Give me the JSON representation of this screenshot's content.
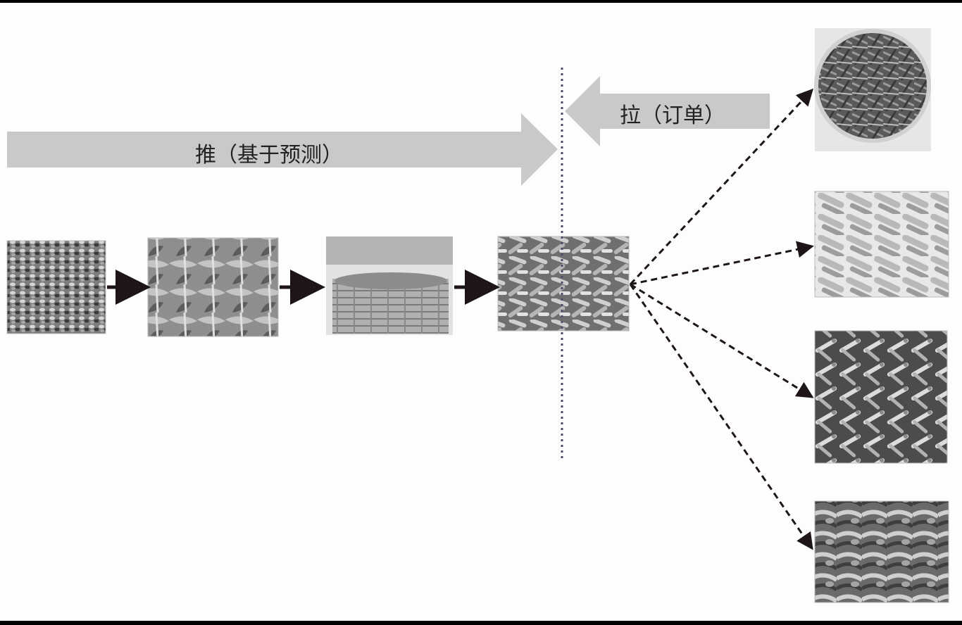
{
  "push_label": "推（基于预测）",
  "pull_label": "拉（订单）",
  "colors": {
    "band_fill": "#c9c9c9",
    "arrow_dark": "#1e1616",
    "divider": "#4a4f63",
    "text": "#222222"
  },
  "upstream_stages": [
    {
      "name": "stage-beans-photo",
      "icon": "dried-beans-photo"
    },
    {
      "name": "stage-bean-plant-photo",
      "icon": "bean-plant-photo"
    },
    {
      "name": "stage-market-crate-photo",
      "icon": "market-produce-crate-photo"
    },
    {
      "name": "stage-cut-beans-photo",
      "icon": "cut-green-beans-photo"
    }
  ],
  "dishes": [
    {
      "name": "dish-bowl-photo",
      "icon": "bean-dish-bowl-photo"
    },
    {
      "name": "dish-plate-photo",
      "icon": "bean-dish-plate-photo"
    },
    {
      "name": "dish-stirfry-photo",
      "icon": "bean-stirfry-photo"
    },
    {
      "name": "dish-mixed-photo",
      "icon": "bean-mixed-dish-photo"
    }
  ]
}
